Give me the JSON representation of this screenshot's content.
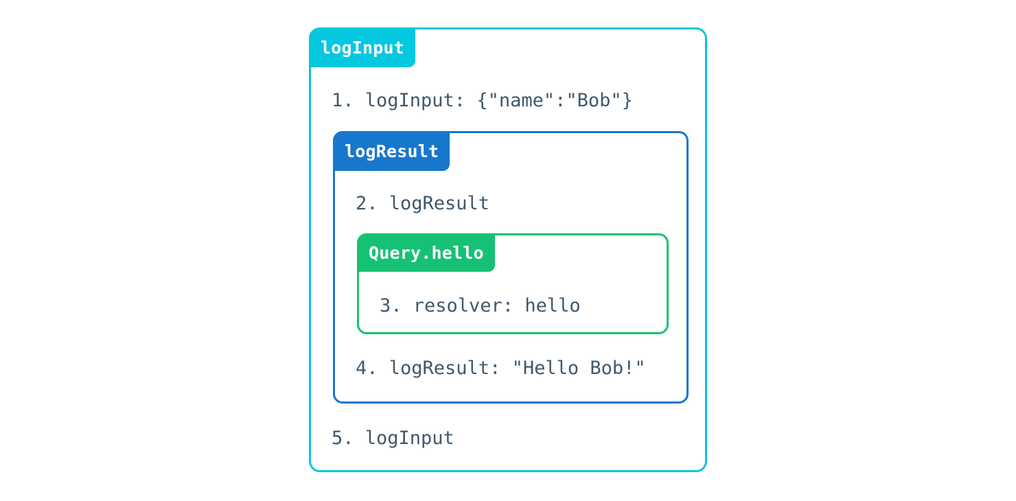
{
  "diagram": {
    "type": "nested-execution-trace",
    "colors": {
      "outer_accent": "#04c8e0",
      "middle_accent": "#1777cd",
      "inner_accent": "#16c175",
      "text": "#40586d",
      "background": "#ffffff"
    },
    "outer": {
      "tag": "logInput",
      "lines": [
        {
          "number": "1.",
          "text": "1. logInput: {\"name\":\"Bob\"}"
        },
        {
          "number": "5.",
          "text": "5. logInput"
        }
      ],
      "middle": {
        "tag": "logResult",
        "lines": [
          {
            "number": "2.",
            "text": "2. logResult"
          },
          {
            "number": "4.",
            "text": "4. logResult: \"Hello Bob!\""
          }
        ],
        "inner": {
          "tag": "Query.hello",
          "lines": [
            {
              "number": "3.",
              "text": "3. resolver: hello"
            }
          ]
        }
      }
    }
  }
}
